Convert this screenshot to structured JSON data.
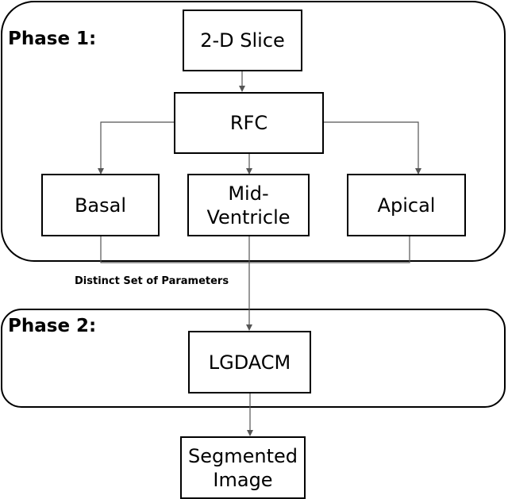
{
  "phases": [
    {
      "id": "phase1",
      "label": "Phase 1:"
    },
    {
      "id": "phase2",
      "label": "Phase 2:"
    }
  ],
  "nodes": {
    "slice": "2-D Slice",
    "rfc": "RFC",
    "basal": "Basal",
    "mid": "Mid-\nVentricle",
    "apical": "Apical",
    "lgdacm": "LGDACM",
    "segmented": "Segmented\nImage"
  },
  "edge_label": "Distinct Set of Parameters"
}
